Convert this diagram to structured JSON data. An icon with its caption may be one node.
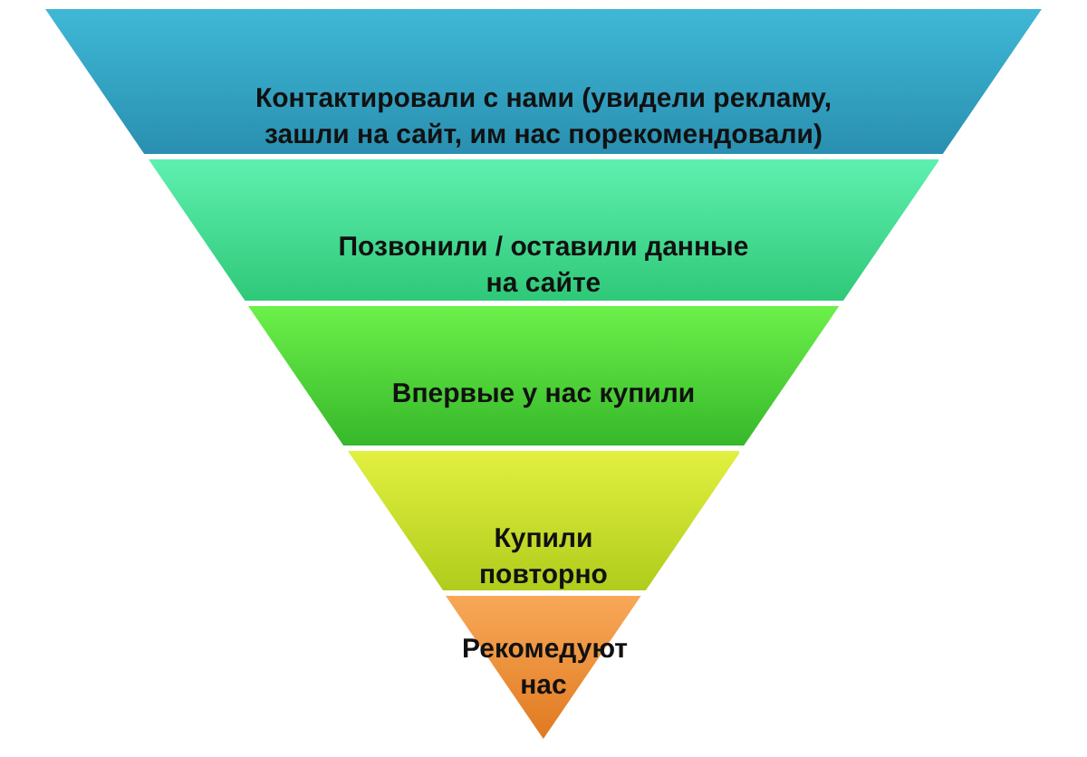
{
  "diagram": {
    "nodes": [
      {
        "text": [
          "Контактировали с нами (увидели рекламу, зашли на сайт, им нас порекомендовали)"
        ]
      },
      {
        "text": [
          "Позвонили / оставили данные на сайте"
        ]
      },
      {
        "text": [
          "Впервые у нас купили"
        ]
      },
      {
        "text": [
          "Купили повторно"
        ]
      },
      {
        "text": [
          "Рекомедуют нас"
        ]
      }
    ]
  }
}
